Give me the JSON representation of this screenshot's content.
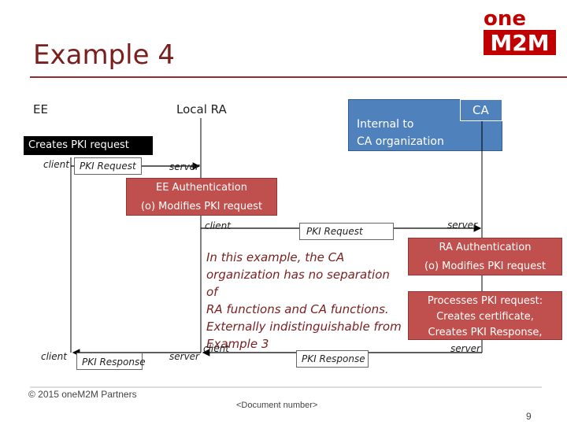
{
  "slide": {
    "title": "Example 4",
    "logo_top": "one",
    "logo_bottom": "M2M"
  },
  "entities": {
    "ee": "EE",
    "local_ra": "Local RA",
    "ca": "CA",
    "internal_ca_org": [
      "Internal to",
      "CA organization"
    ]
  },
  "flow": {
    "creates_request": "Creates PKI request",
    "client_1": "client",
    "pki_request_1": "PKI Request",
    "server_1": "server",
    "ee_auth": "EE Authentication",
    "ee_modifies": "(o) Modifies PKI request",
    "client_2": "client",
    "pki_request_2": "PKI Request",
    "server_2": "server",
    "ra_auth": "RA Authentication",
    "ra_modifies": "(o) Modifies PKI request",
    "processes": [
      "Processes PKI request:",
      "Creates certificate,",
      "Creates PKI Response,"
    ],
    "server_3": "server",
    "client_3": "client",
    "pki_response_2": "PKI Response",
    "server_4": "server",
    "client_4": "client",
    "pki_response_1": "PKI Response"
  },
  "note": [
    "In this example, the CA",
    "organization has no separation of",
    "RA functions and CA functions.",
    "Externally indistinguishable from",
    "Example 3"
  ],
  "footer": {
    "copyright": "© 2015 oneM2M Partners",
    "doc_number": "<Document number>",
    "page": "9"
  },
  "colors": {
    "title": "#7a1e1e",
    "red_box": "#c0504d",
    "blue_box": "#4f81bd"
  }
}
